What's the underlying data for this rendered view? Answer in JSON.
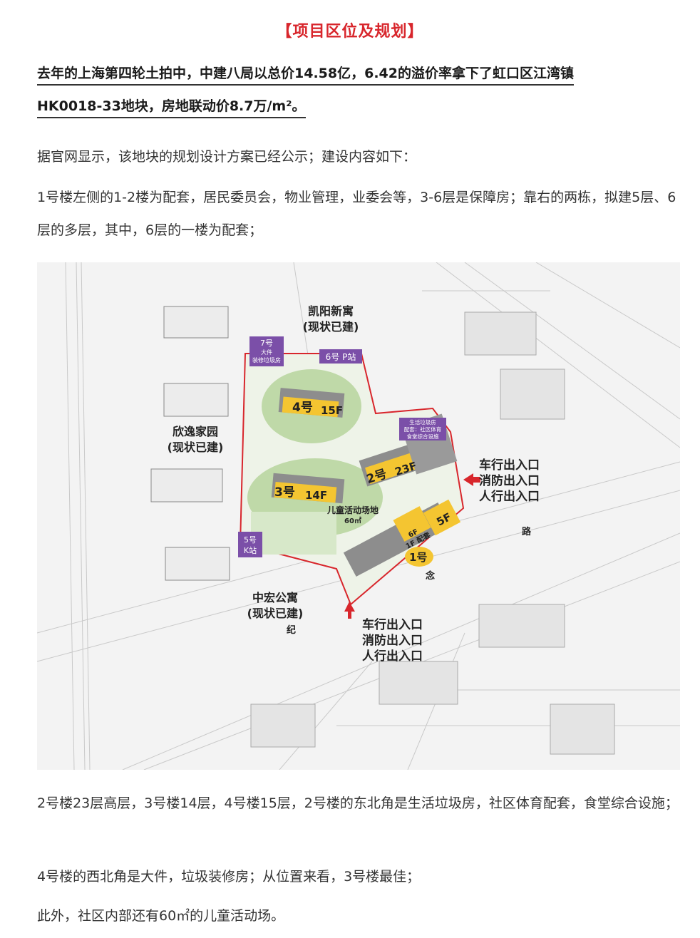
{
  "heading": "【项目区位及规划】",
  "lead": {
    "line1": "去年的上海第四轮土拍中，中建八局以总价14.58亿，6.42的溢价率拿下了虹口区江湾镇",
    "line2": "HK0018-33地块，房地联动价8.7万/m²。"
  },
  "para1": "据官网显示，该地块的规划设计方案已经公示；建设内容如下：",
  "para2": "1号楼左侧的1-2楼为配套，居民委员会，物业管理，业委会等，3-6层是保障房；靠右的两栋，拟建5层、6层的多层，其中，6层的一楼为配套；",
  "plan": {
    "neighbor_north": [
      "凯阳新寓",
      "(现状已建)"
    ],
    "neighbor_west": [
      "欣逸家园",
      "(现状已建)"
    ],
    "neighbor_south": [
      "中宏公寓",
      "(现状已建)"
    ],
    "bldg4": [
      "4号",
      "15F"
    ],
    "bldg3": [
      "3号",
      "14F"
    ],
    "bldg2": [
      "2号",
      "23F"
    ],
    "bldg1": "1号",
    "bldg_5f": "5F",
    "bldg_6f": [
      "6F",
      "1F 配套"
    ],
    "station7": [
      "7号",
      "大件",
      "装修垃圾房"
    ],
    "station6": "6号 P站",
    "station5": [
      "5号",
      "K站"
    ],
    "facility": [
      "生活垃圾房",
      "配套：社区体育",
      "食堂综合设施"
    ],
    "playground": [
      "儿童活动场地",
      "60㎡"
    ],
    "entrance_east": [
      "车行出入口",
      "消防出入口",
      "人行出入口"
    ],
    "entrance_south": [
      "车行出入口",
      "消防出入口",
      "人行出入口"
    ],
    "road_chars": [
      "路",
      "念",
      "纪"
    ],
    "colors": {
      "accent": "#d8262c",
      "purple": "#7b4fa8",
      "green": "#cfe3c0",
      "building": "#9a9a9a",
      "yellow": "#f4c531"
    }
  },
  "para3": "2号楼23层高层，3号楼14层，4号楼15层，2号楼的东北角是生活垃圾房，社区体育配套，食堂综合设施；",
  "para4": "4号楼的西北角是大件，垃圾装修房；从位置来看，3号楼最佳；",
  "para5": "此外，社区内部还有60㎡的儿童活动场。"
}
